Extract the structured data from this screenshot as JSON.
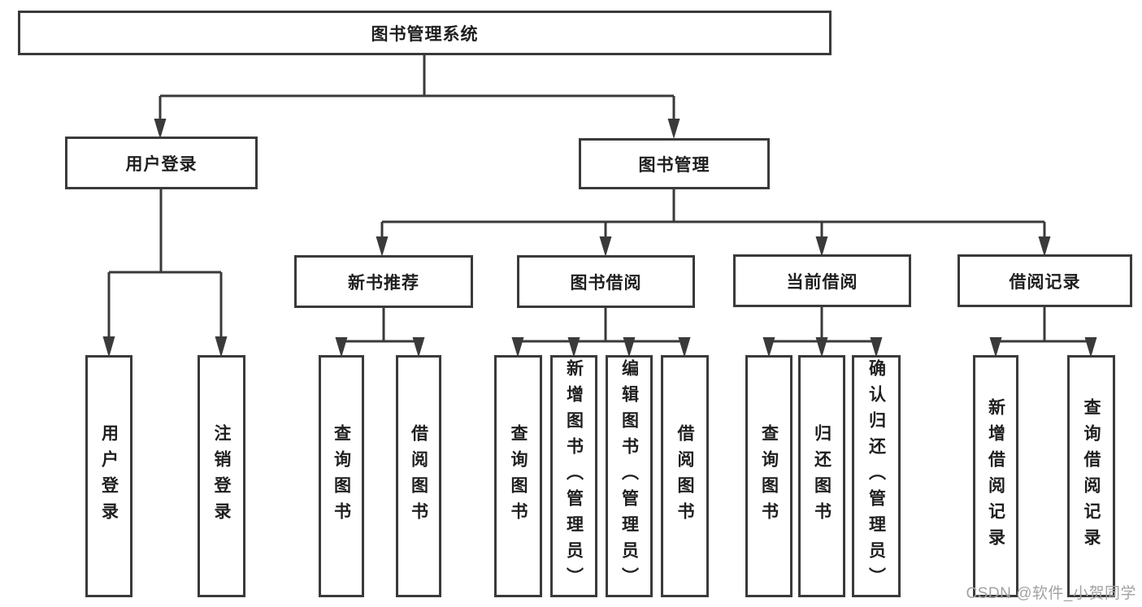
{
  "root": {
    "label": "图书管理系统"
  },
  "branches": [
    {
      "label": "用户登录",
      "children": [
        {
          "label": "用户登录"
        },
        {
          "label": "注销登录"
        }
      ]
    },
    {
      "label": "图书管理",
      "groups": [
        {
          "label": "新书推荐",
          "children": [
            {
              "label": "查询图书"
            },
            {
              "label": "借阅图书"
            }
          ]
        },
        {
          "label": "图书借阅",
          "children": [
            {
              "label": "查询图书"
            },
            {
              "label": "新增图书（管理员）"
            },
            {
              "label": "编辑图书（管理员）"
            },
            {
              "label": "借阅图书"
            }
          ]
        },
        {
          "label": "当前借阅",
          "children": [
            {
              "label": "查询图书"
            },
            {
              "label": "归还图书"
            },
            {
              "label": "确认归还（管理员）"
            }
          ]
        },
        {
          "label": "借阅记录",
          "children": [
            {
              "label": "新增借阅记录"
            },
            {
              "label": "查询借阅记录"
            }
          ]
        }
      ]
    }
  ],
  "watermark": "CSDN @软件_小贺同学",
  "colors": {
    "line": "#3a3a3a",
    "text": "#1f1f1f",
    "watermark": "#a2a2a2",
    "background": "#ffffff"
  }
}
